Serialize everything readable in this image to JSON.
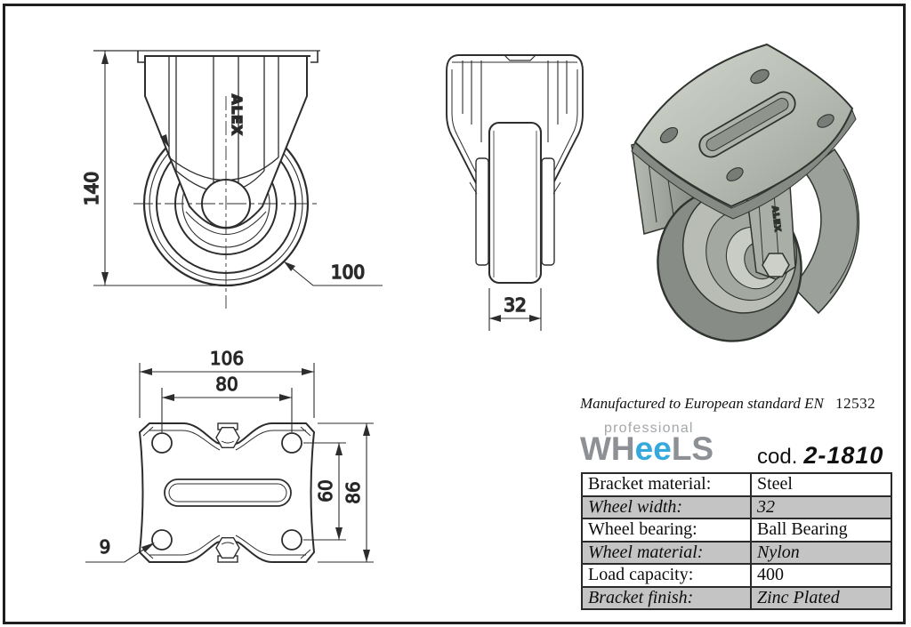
{
  "colors": {
    "line": "#2d2d2d",
    "accent_blue": "#35a8dc",
    "logo_gray": "#8d9094",
    "table_shade": "#c4c4c4"
  },
  "brand_stamp": "ALEX",
  "dimensions": {
    "front_height": "140",
    "wheel_diameter": "100",
    "wheel_width": "32",
    "plate_width": "106",
    "bolt_spacing_width": "80",
    "bolt_spacing_height": "60",
    "plate_depth": "86",
    "bolt_hole_diameter": "9"
  },
  "info": {
    "standard_text": "Manufactured to European standard EN",
    "standard_number": "12532",
    "logo_top": "professional",
    "logo_wh": "WH",
    "logo_ee": "ee",
    "logo_ls": "LS",
    "code_label": "cod.",
    "code_value": "2-1810"
  },
  "spec_table": {
    "rows": [
      {
        "label": "Bracket material:",
        "value": "Steel"
      },
      {
        "label": "Wheel width:",
        "value": "32"
      },
      {
        "label": "Wheel bearing:",
        "value": "Ball Bearing"
      },
      {
        "label": "Wheel material:",
        "value": "Nylon"
      },
      {
        "label": "Load capacity:",
        "value": "400"
      },
      {
        "label": "Bracket finish:",
        "value": "Zinc Plated"
      }
    ]
  }
}
